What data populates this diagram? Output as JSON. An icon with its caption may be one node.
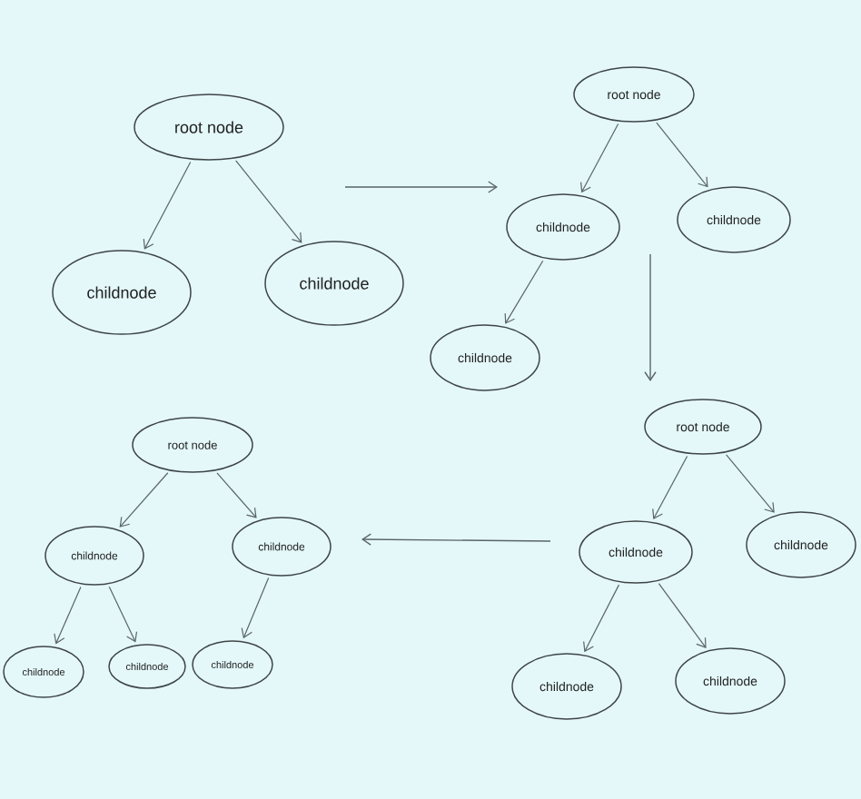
{
  "diagram": {
    "nodes": [
      {
        "text": [
          "root node"
        ]
      },
      {
        "text": [
          "childnode"
        ]
      },
      {
        "text": [
          "childnode"
        ]
      },
      {
        "text": [
          "root node"
        ]
      },
      {
        "text": [
          "childnode"
        ]
      },
      {
        "text": [
          "childnode"
        ]
      },
      {
        "text": [
          "childnode"
        ]
      },
      {
        "text": [
          "root node"
        ]
      },
      {
        "text": [
          "childnode"
        ]
      },
      {
        "text": [
          "childnode"
        ]
      },
      {
        "text": [
          "childnode"
        ]
      },
      {
        "text": [
          "childnode"
        ]
      },
      {
        "text": [
          "root node"
        ]
      },
      {
        "text": [
          "childnode"
        ]
      },
      {
        "text": [
          "childnode"
        ]
      },
      {
        "text": [
          "childnode"
        ]
      },
      {
        "text": [
          "childnode"
        ]
      },
      {
        "text": [
          "childnode"
        ]
      }
    ],
    "edges": [
      {
        "from": 0,
        "to": 1,
        "arrow": "to"
      },
      {
        "from": 0,
        "to": 2,
        "arrow": "to"
      },
      {
        "from": 3,
        "to": 4,
        "arrow": "to"
      },
      {
        "from": 3,
        "to": 5,
        "arrow": "to"
      },
      {
        "from": 4,
        "to": 6,
        "arrow": "to"
      },
      {
        "from": 7,
        "to": 8,
        "arrow": "to"
      },
      {
        "from": 7,
        "to": 9,
        "arrow": "to"
      },
      {
        "from": 8,
        "to": 10,
        "arrow": "to"
      },
      {
        "from": 8,
        "to": 11,
        "arrow": "to"
      },
      {
        "from": 12,
        "to": 13,
        "arrow": "to"
      },
      {
        "from": 12,
        "to": 14,
        "arrow": "to"
      },
      {
        "from": 13,
        "to": 15,
        "arrow": "to"
      },
      {
        "from": 13,
        "to": 16,
        "arrow": "to"
      },
      {
        "from": 14,
        "to": 17,
        "arrow": "to"
      }
    ]
  }
}
